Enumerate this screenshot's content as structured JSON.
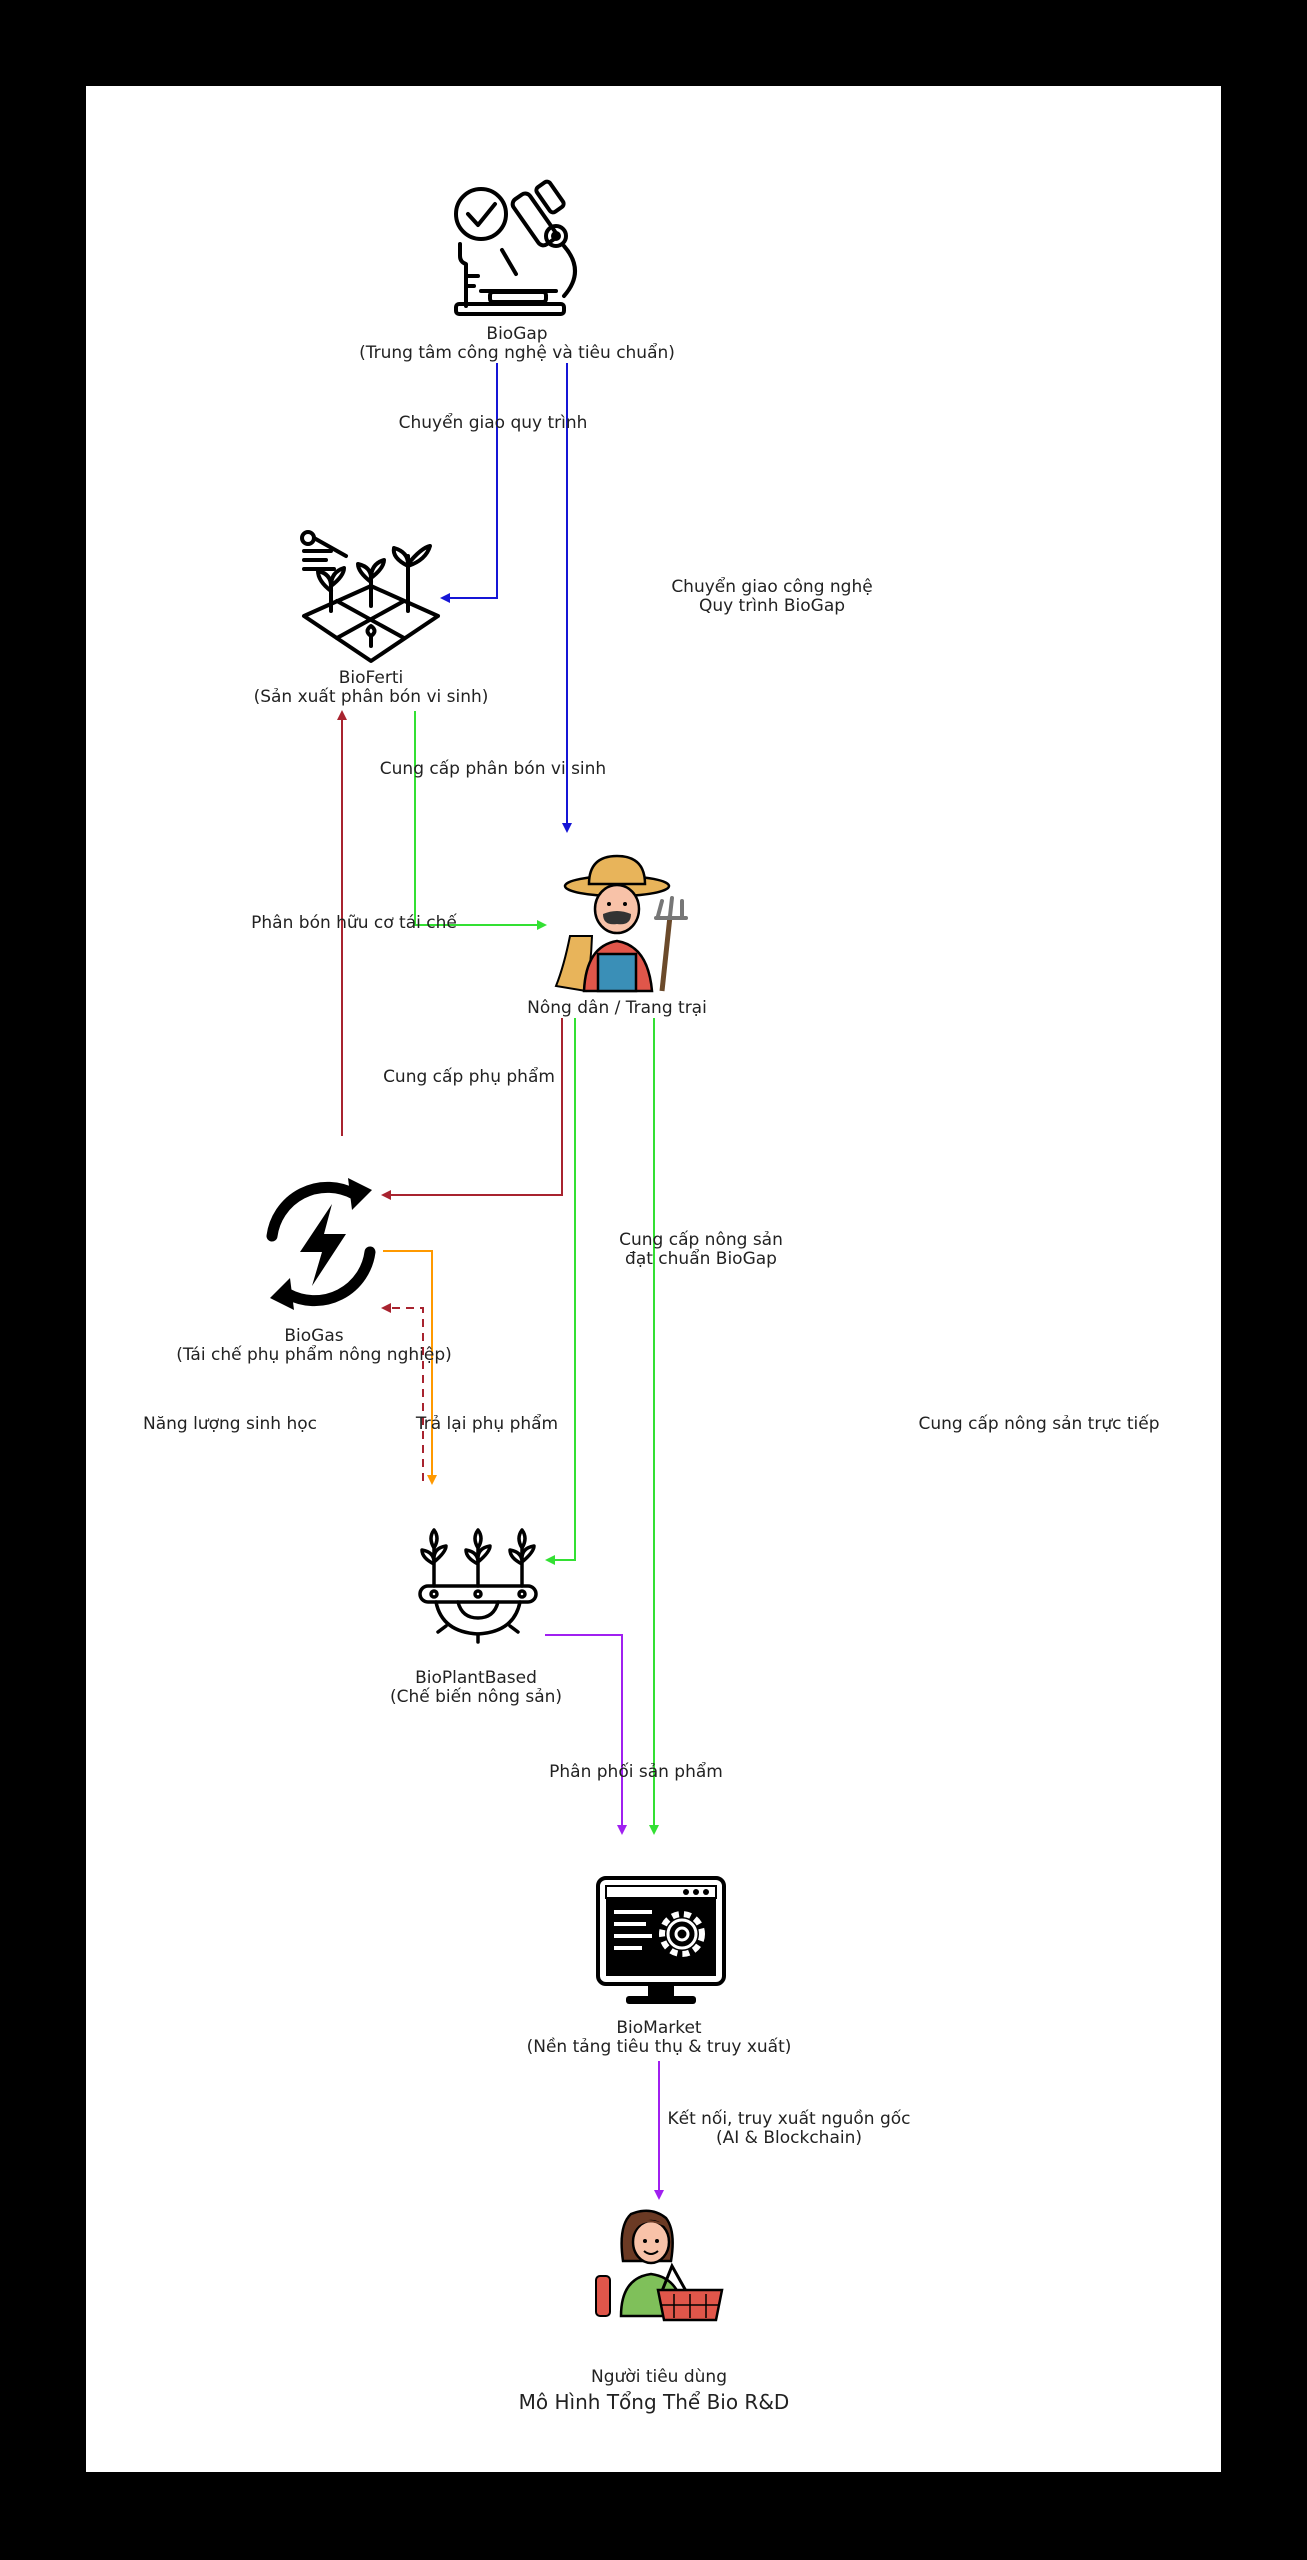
{
  "title": "Mô Hình Tổng Thể Bio R&D",
  "colors": {
    "blue": "#1515d6",
    "green": "#33e033",
    "red": "#a8232f",
    "orange": "#ff9900",
    "purple": "#a020f0"
  },
  "nodes": {
    "biogap": {
      "name": "BioGap",
      "desc": "(Trung tâm công nghệ và tiêu chuẩn)",
      "icon": "microscope-icon"
    },
    "bioferti": {
      "name": "BioFerti",
      "desc": "(Sản xuất phân bón vi sinh)",
      "icon": "smart-farm-icon"
    },
    "farmer": {
      "name": "Nông dân / Trang trại",
      "icon": "farmer-icon"
    },
    "biogas": {
      "name": "BioGas",
      "desc": "(Tái chế phụ phẩm nông nghiệp)",
      "icon": "energy-recycle-icon"
    },
    "bioplant": {
      "name": "BioPlantBased",
      "desc": "(Chế biến nông sản)",
      "icon": "plant-processing-icon"
    },
    "biomarket": {
      "name": "BioMarket",
      "desc": "(Nền tảng tiêu thụ & truy xuất)",
      "icon": "monitor-gear-icon"
    },
    "consumer": {
      "name": "Người tiêu dùng",
      "icon": "consumer-icon"
    }
  },
  "edges": {
    "transfer_process": "Chuyển giao quy trình",
    "transfer_tech_1": "Chuyển giao công nghệ",
    "transfer_tech_2": "Quy trình BioGap",
    "supply_fertilizer": "Cung cấp phân bón vi sinh",
    "recycled_fertilizer": "Phân bón hữu cơ tái chế",
    "supply_byproduct": "Cung cấp phụ phẩm",
    "supply_produce_1": "Cung cấp nông sản",
    "supply_produce_2": "đạt chuẩn BioGap",
    "bio_energy": "Năng lượng sinh học",
    "return_byproduct": "Trả lại phụ phẩm",
    "direct_supply": "Cung cấp nông sản trực tiếp",
    "distribute": "Phân phối sản phẩm",
    "connect_1": "Kết nối, truy xuất nguồn gốc",
    "connect_2": "(AI & Blockchain)"
  }
}
